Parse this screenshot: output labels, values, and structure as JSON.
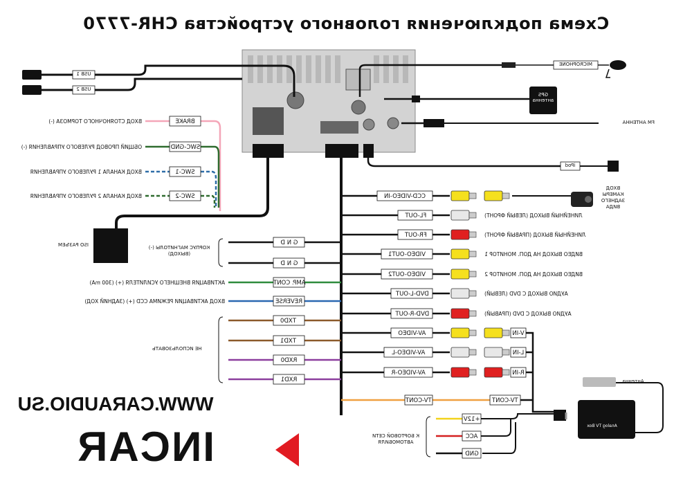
{
  "title": "Схема подключения головного устройства CHR-7770",
  "website": "WWW.CARAUDIO.SU",
  "brand": "INCAR",
  "connectors": {
    "usb1": "USB 1",
    "usb2": "USB 2",
    "microphone": "MICROPHONE",
    "gps": "GPS антенна",
    "fm": "FM АНТЕННА",
    "ipod": "iPod",
    "iso": "ISO РАЗЪЕМ",
    "tvbox": "Analog TV Box",
    "antenna": "Антенна",
    "rear_camera": "ВХОД КАМЕРЫ ЗАДНЕГО ВИДА"
  },
  "left_wires": [
    {
      "tag": "BRAKE",
      "desc": "ВХОД СТОЯНОЧНОГО ТОРМОЗА (-)"
    },
    {
      "tag": "SWC-GND",
      "desc": "ОБЩИЙ ПРОВОД РУЛЕВОГО УПРАВЛЕНИЯ (-)"
    },
    {
      "tag": "SWC-1",
      "desc": "ВХОД КАНАЛА 1 РУЛЕВОГО УПРАВЛЕНИЯ"
    },
    {
      "tag": "SWC-2",
      "desc": "ВХОД КАНАЛА 2 РУЛЕВОГО УПРАВЛЕНИЯ"
    }
  ],
  "mid_wires": [
    {
      "tag": "G N D",
      "desc": ""
    },
    {
      "tag": "G N D",
      "desc": ""
    },
    {
      "tag": "AMP. CONT",
      "desc": "АКТИВАЦИЯ ВНЕШНЕГО УСИЛИТЕЛЯ (+) (300 mA)"
    },
    {
      "tag": "REVERSE",
      "desc": "ВХОД АКТИВАЦИИ РЕЖИМА CCD (+) (ЗАДНИЙ ХОД)"
    },
    {
      "tag": "TXD0",
      "desc": ""
    },
    {
      "tag": "TXD1",
      "desc": ""
    },
    {
      "tag": "RXD0",
      "desc": ""
    },
    {
      "tag": "RXD1",
      "desc": ""
    }
  ],
  "ground_desc": "КОРПУС МАГНИТОЛЫ (-) (ВЫХОД)",
  "unused_desc": "НЕ ИСПОЛЬЗОВАТЬ",
  "right_outputs": [
    {
      "tag": "CCD-VIDEO-IN",
      "desc": ""
    },
    {
      "tag": "FL-OUT",
      "desc": "ЛИНЕЙНЫЙ ВЫХОД (ЛЕВЫЙ ФРОНТ)"
    },
    {
      "tag": "FR-OUT",
      "desc": "ЛИНЕЙНЫЙ ВЫХОД (ПРАВЫЙ ФРОНТ)"
    },
    {
      "tag": "VIDEO-OUT1",
      "desc": "ВИДЕО ВЫХОД НА ДОП. МОНИТОР 1"
    },
    {
      "tag": "VIDEO-OUT2",
      "desc": "ВИДЕО ВЫХОД НА ДОП. МОНИТОР 2"
    },
    {
      "tag": "DVD-L-OUT",
      "desc": "АУДИО ВЫХОД С DVD (ЛЕВЫЙ)"
    },
    {
      "tag": "DVD-R-OUT",
      "desc": "АУДИО ВЫХОД С DVD (ПРАВЫЙ)"
    },
    {
      "tag": "AV-VIDEO",
      "desc": ""
    },
    {
      "tag": "AV-VIDEO-L",
      "desc": ""
    },
    {
      "tag": "AV-VIDEO-R",
      "desc": ""
    }
  ],
  "tv_inputs": [
    "V-IN",
    "L-IN",
    "R-IN"
  ],
  "tv_cont": "TV-CONT",
  "power": [
    {
      "tag": "+12V"
    },
    {
      "tag": "ACC"
    },
    {
      "tag": "GND"
    }
  ],
  "power_desc": "К БОРТОВОЙ СЕТИ АВТОМОБИЛЯ",
  "colors": {
    "wire": "#111111",
    "brake": "#f4a6b8",
    "swc_gnd": "#2e6b2e",
    "swc1": "#2e6da8",
    "swc2": "#2e6da8",
    "amp": "#2e8b3c",
    "reverse": "#2a67b0",
    "txd": "#8b5a2b",
    "rxd": "#8c3e9e",
    "tv_cont": "#f0a040",
    "p12": "#f2d21a",
    "acc": "#d42020",
    "rca_yellow": "#f5e01e",
    "rca_white": "#e8e8e8",
    "rca_red": "#e02020",
    "brand_red": "#e11b22"
  }
}
